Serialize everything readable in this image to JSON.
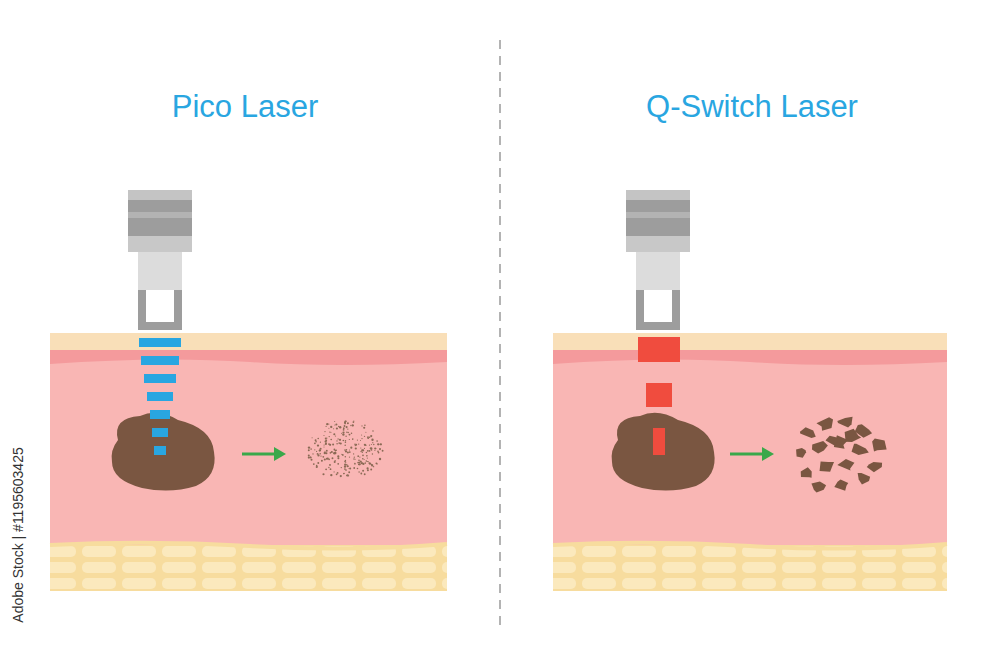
{
  "diagram": {
    "labels": [
      "Pico Laser",
      "Q-Switch Laser",
      "Adobe Stock | #1195603425"
    ]
  }
}
